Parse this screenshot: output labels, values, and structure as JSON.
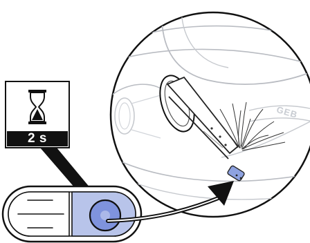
{
  "timer": {
    "icon": "hourglass-icon",
    "label": "2 s"
  },
  "flush_plate": {
    "left_button": "small-flush-button",
    "right_button": "full-flush-button",
    "right_button_color": "#b8c4ea",
    "press_indicator_color": "#7f93dd"
  },
  "bowl": {
    "brand_lettering": "GEB"
  },
  "colors": {
    "outline": "#111111",
    "bowl_lines": "#b9bcc2",
    "nozzle_tip": "#8ea2e0",
    "label_bg": "#111111"
  }
}
